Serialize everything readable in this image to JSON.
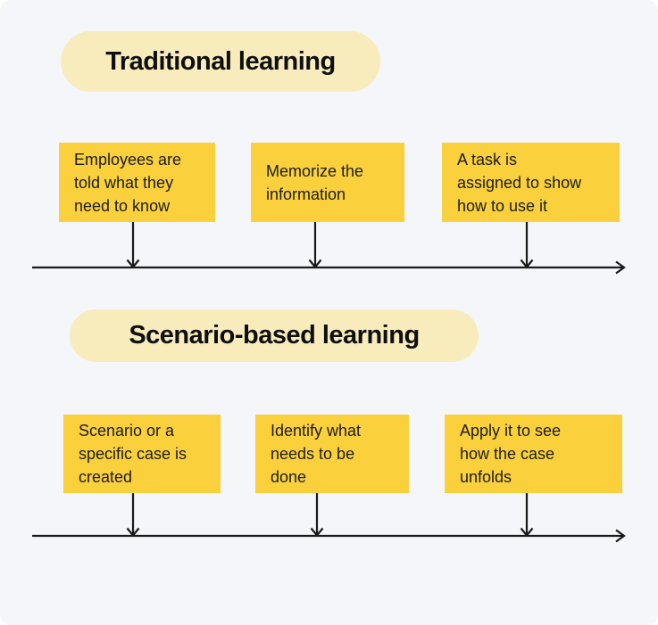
{
  "colors": {
    "canvas_background": "#F5F6FA",
    "card_yellow": "#FAD03C",
    "pill_pale_yellow": "#F8ECBC",
    "text_dark": "#1c1c1e",
    "arrow_black": "#1a1a1a"
  },
  "sections": [
    {
      "title": "Traditional learning",
      "steps": [
        "Employees are\ntold what they\nneed to know",
        "Memorize the\ninformation",
        "A task is\nassigned to show\nhow to use it"
      ]
    },
    {
      "title": "Scenario-based learning",
      "steps": [
        "Scenario or a\nspecific case is\ncreated",
        "Identify what\nneeds to be\ndone",
        "Apply it to see\nhow the case\nunfolds"
      ]
    }
  ]
}
